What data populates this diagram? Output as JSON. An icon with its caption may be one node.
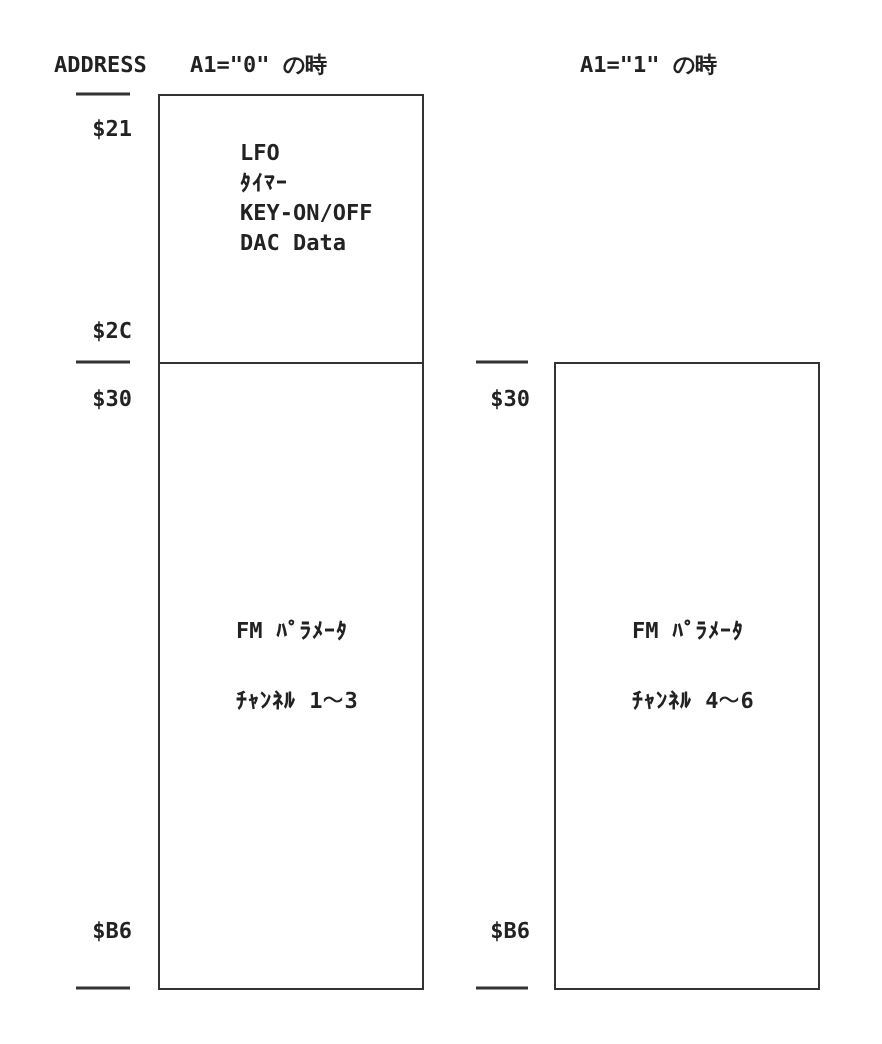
{
  "diagram": {
    "nodes": [
      {
        "text": [
          "LFO",
          "ﾀｲﾏｰ",
          "KEY-ON/OFF",
          "DAC Data"
        ]
      },
      {
        "text": [
          "FM ﾊﾟﾗﾒｰﾀ",
          "ﾁｬﾝﾈﾙ 1〜3"
        ]
      },
      {
        "text": [
          "FM ﾊﾟﾗﾒｰﾀ",
          "ﾁｬﾝﾈﾙ 4〜6"
        ]
      }
    ],
    "edges": [],
    "labels": [
      "ADDRESS",
      "A1=\"0\" の時",
      "A1=\"1\" の時",
      "$21",
      "$2C",
      "$30",
      "$30",
      "$B6",
      "$B6"
    ]
  }
}
